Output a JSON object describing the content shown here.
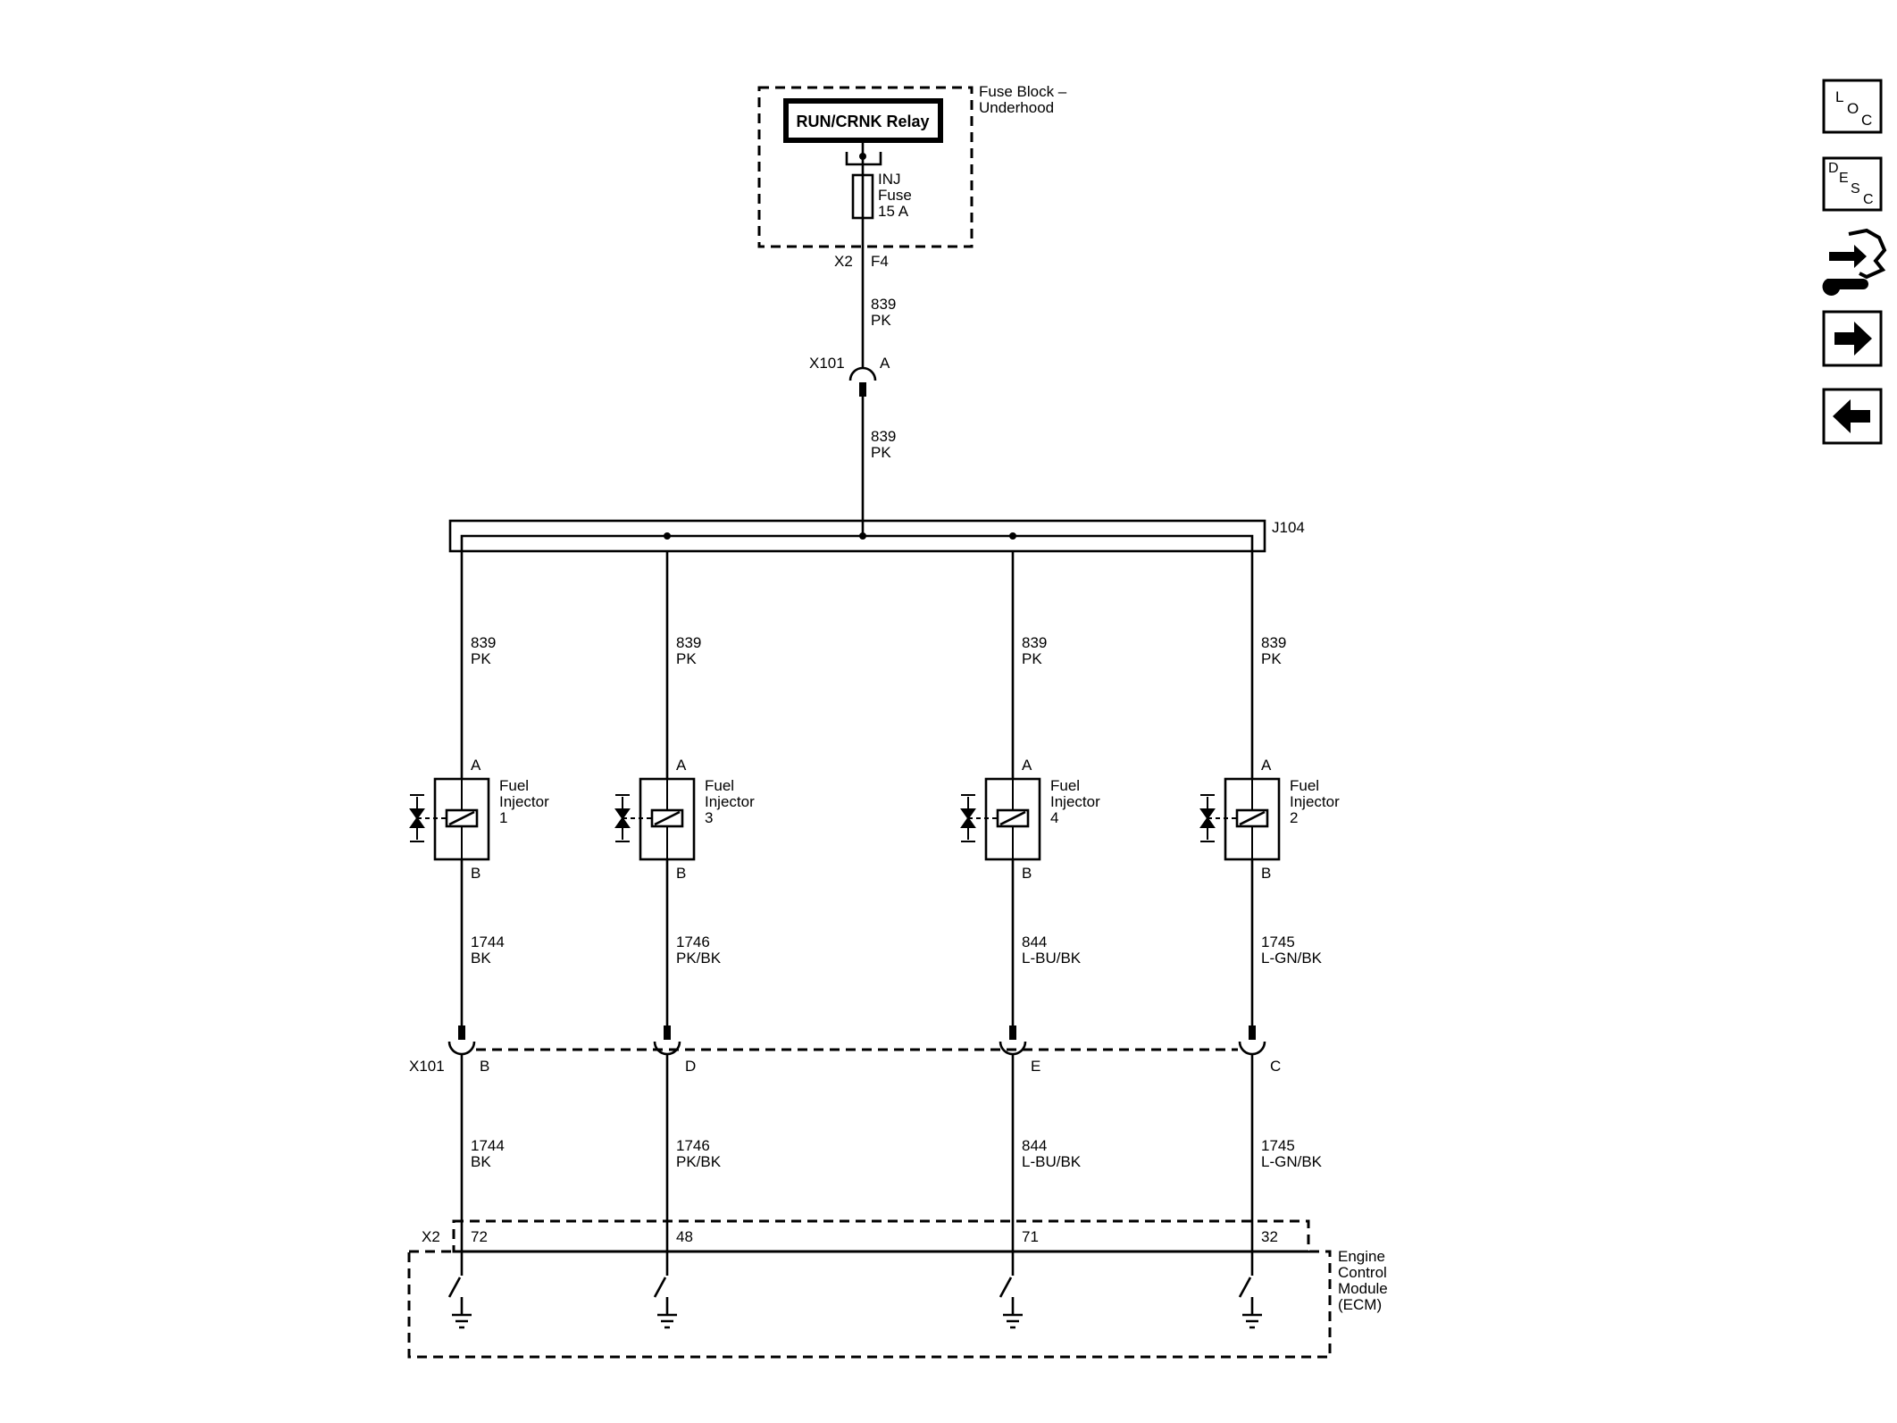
{
  "fuse_block": {
    "title_line1": "Fuse Block –",
    "title_line2": "Underhood",
    "relay_label": "RUN/CRNK Relay",
    "fuse_line1": "INJ",
    "fuse_line2": "Fuse",
    "fuse_line3": "15 A",
    "connector": "X2",
    "terminal": "F4"
  },
  "feed_wire": {
    "circuit": "839",
    "color": "PK"
  },
  "x101_top": {
    "connector": "X101",
    "pin": "A"
  },
  "splice": {
    "label": "J104"
  },
  "injectors": [
    {
      "name_line1": "Fuel",
      "name_line2": "Injector",
      "number": "1",
      "pin_a": "A",
      "pin_b": "B",
      "feed_circuit": "839",
      "feed_color": "PK",
      "control_circuit": "1744",
      "control_color": "BK",
      "x101_pin": "B",
      "ecm_pin": "72"
    },
    {
      "name_line1": "Fuel",
      "name_line2": "Injector",
      "number": "3",
      "pin_a": "A",
      "pin_b": "B",
      "feed_circuit": "839",
      "feed_color": "PK",
      "control_circuit": "1746",
      "control_color": "PK/BK",
      "x101_pin": "D",
      "ecm_pin": "48"
    },
    {
      "name_line1": "Fuel",
      "name_line2": "Injector",
      "number": "4",
      "pin_a": "A",
      "pin_b": "B",
      "feed_circuit": "839",
      "feed_color": "PK",
      "control_circuit": "844",
      "control_color": "L-BU/BK",
      "x101_pin": "E",
      "ecm_pin": "71"
    },
    {
      "name_line1": "Fuel",
      "name_line2": "Injector",
      "number": "2",
      "pin_a": "A",
      "pin_b": "B",
      "feed_circuit": "839",
      "feed_color": "PK",
      "control_circuit": "1745",
      "control_color": "L-GN/BK",
      "x101_pin": "C",
      "ecm_pin": "32"
    }
  ],
  "x101_bottom": {
    "connector": "X101"
  },
  "ecm": {
    "connector": "X2",
    "line1": "Engine",
    "line2": "Control",
    "line3": "Module",
    "line4": "(ECM)"
  },
  "nav": {
    "loc": {
      "l": "L",
      "o": "O",
      "c": "C"
    },
    "desc": {
      "d": "D",
      "e": "E",
      "s": "S",
      "c": "C"
    },
    "connector_icon": "connector-tool-icon",
    "next_icon": "arrow-right-icon",
    "prev_icon": "arrow-left-icon"
  }
}
